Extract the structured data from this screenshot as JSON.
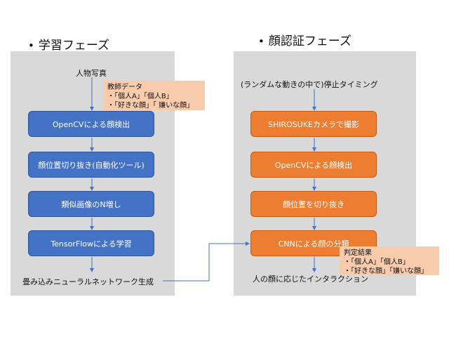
{
  "learning_phase": {
    "title": "学習フェーズ",
    "start_label": "人物写真",
    "teacher_note": {
      "title": "教師データ",
      "lines": [
        "・「個人A」「個人B」",
        "・「好きな顔」「 嫌いな顔」"
      ]
    },
    "steps": [
      "OpenCVによる顔検出",
      "顔位置切り抜き(自動化ツール)",
      "類似画像のN増し",
      "TensorFlowによる学習"
    ],
    "output_label": "畳み込みニューラルネットワーク生成"
  },
  "recognition_phase": {
    "title": "顔認証フェーズ",
    "start_label": "(ランダムな動きの中で)停止タイミング",
    "steps": [
      "SHIROSUKEカメラで撮影",
      "OpenCVによる顔検出",
      "顔位置を切り抜き",
      "CNNによる顔の分類"
    ],
    "result_note": {
      "title": "判定結果",
      "lines": [
        "・「個人A」「個人B」",
        "・「好きな顔」「嫌いな顔」"
      ]
    },
    "output_label": "人の顔に応じたインタラクション"
  },
  "colors": {
    "panel": "#d9d9d9",
    "blue_box": "#4472c4",
    "orange_box": "#ed7d31",
    "note": "#f8cbad",
    "connector": "#4472c4"
  }
}
